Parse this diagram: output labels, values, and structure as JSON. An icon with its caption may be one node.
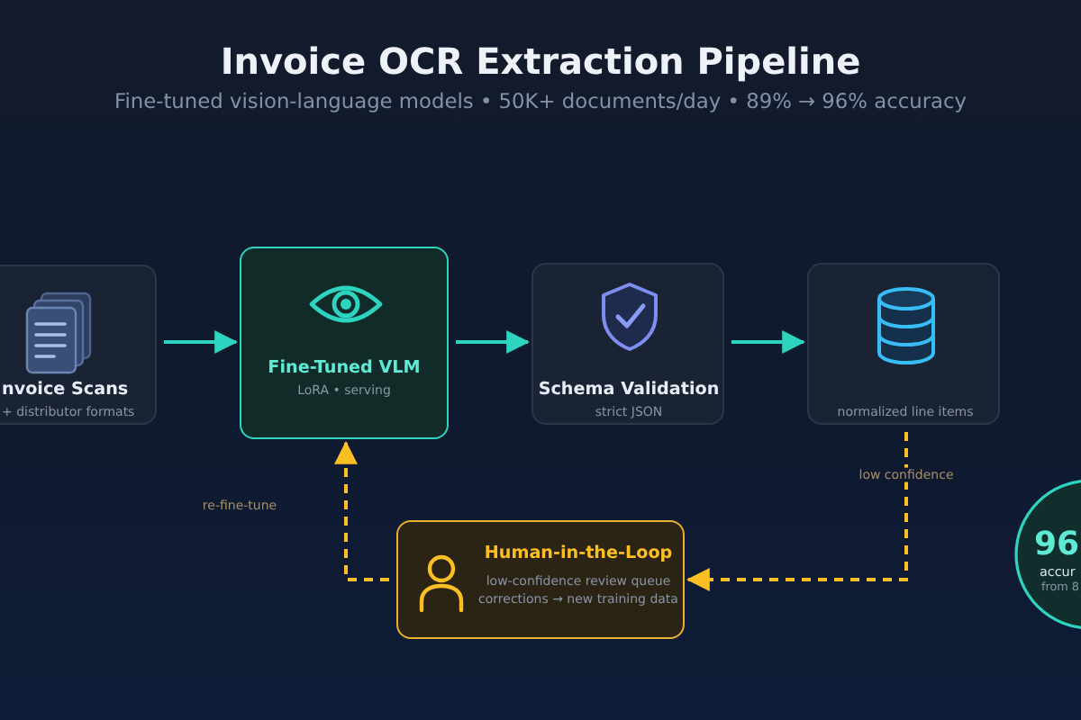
{
  "diagram": {
    "title": "Invoice OCR Extraction Pipeline",
    "nodes": [
      {
        "text": [
          "nvoice Scans",
          "+ distributor formats"
        ]
      },
      {
        "text": [
          "Fine-Tuned VLM",
          "LoRA • serving"
        ]
      },
      {
        "text": [
          "Schema Validation",
          "strict JSON"
        ]
      },
      {
        "text": [
          "normalized line items"
        ]
      },
      {
        "text": [
          "Human-in-the-Loop",
          "low-confidence review queue",
          "corrections → new training data"
        ]
      },
      {
        "text": [
          "96",
          "accur",
          "from 8"
        ]
      }
    ],
    "edges": [
      {
        "from": 0,
        "to": 1,
        "arrow": "to"
      },
      {
        "from": 1,
        "to": 2,
        "arrow": "to"
      },
      {
        "from": 2,
        "to": 3,
        "arrow": "to"
      },
      {
        "from": 3,
        "to": 4,
        "arrow": "to",
        "label": "low confidence",
        "style": "dashed",
        "color": "#fbbf24"
      },
      {
        "from": 4,
        "to": 1,
        "arrow": "to",
        "style": "dashed",
        "color": "#fbbf24"
      }
    ],
    "labels": [
      "Fine-tuned vision-language models • 50K+ documents/day • 89% → 96% accuracy",
      "re-fine-tune"
    ]
  }
}
